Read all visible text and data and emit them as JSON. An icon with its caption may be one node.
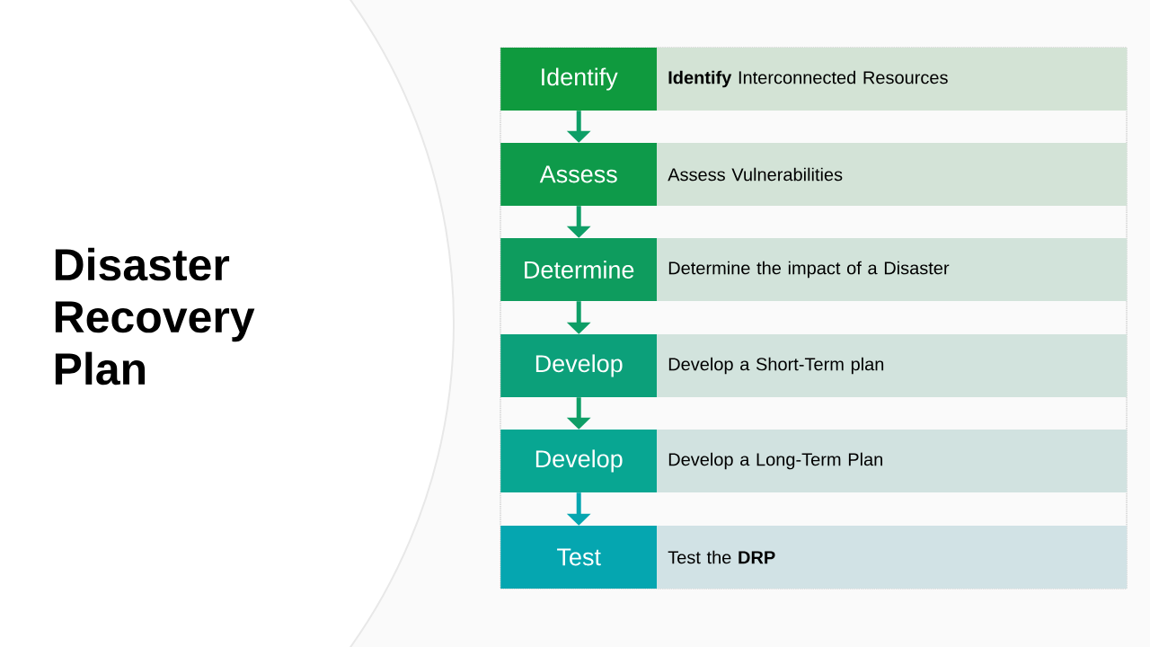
{
  "diagram": {
    "title": "Disaster Recovery Plan",
    "nodes": [
      {
        "text": [
          "Identify"
        ]
      },
      {
        "text": [
          "**Identify** Interconnected Resources"
        ]
      },
      {
        "text": [
          "Assess"
        ]
      },
      {
        "text": [
          "Assess Vulnerabilities"
        ]
      },
      {
        "text": [
          "Determine"
        ]
      },
      {
        "text": [
          "Determine the impact of a Disaster"
        ]
      },
      {
        "text": [
          "Develop"
        ]
      },
      {
        "text": [
          "Develop a Short-Term plan"
        ]
      },
      {
        "text": [
          "Develop"
        ]
      },
      {
        "text": [
          "Develop a Long-Term Plan"
        ]
      },
      {
        "text": [
          "Test"
        ]
      },
      {
        "text": [
          "Test the **DRP**"
        ]
      }
    ],
    "edges": [
      {
        "from": 0,
        "to": 2,
        "arrow": "to"
      },
      {
        "from": 2,
        "to": 4,
        "arrow": "to"
      },
      {
        "from": 4,
        "to": 6,
        "arrow": "to"
      },
      {
        "from": 6,
        "to": 8,
        "arrow": "to"
      },
      {
        "from": 8,
        "to": 10,
        "arrow": "to",
        "color": "#05a6b0"
      }
    ]
  }
}
